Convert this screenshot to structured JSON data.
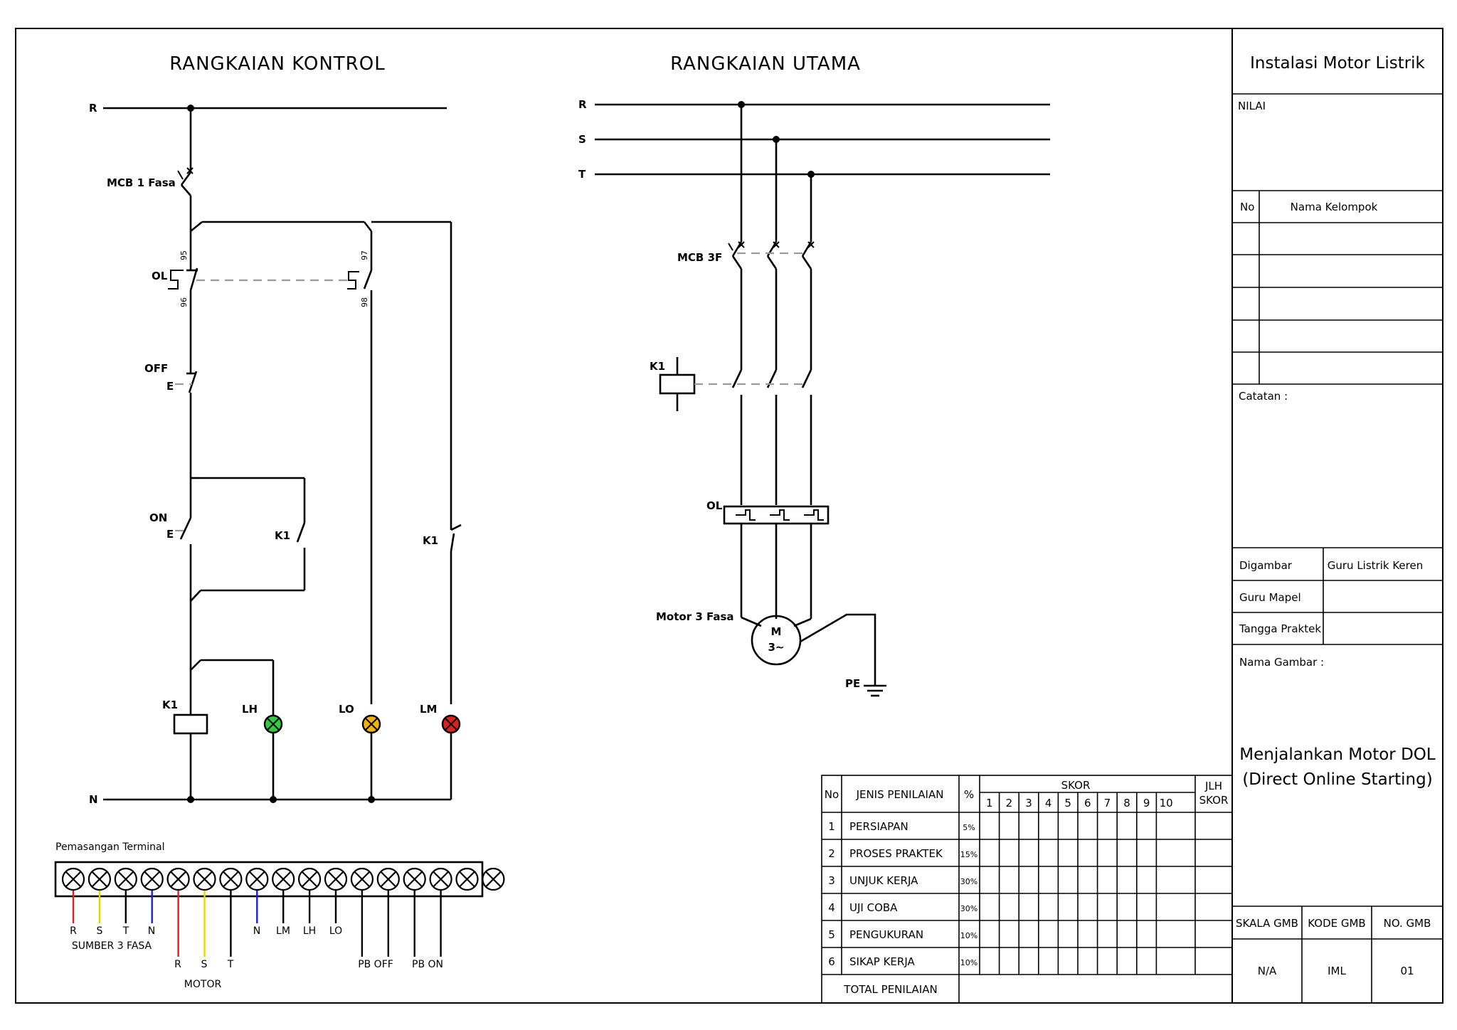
{
  "control": {
    "title": "RANGKAIAN KONTROL",
    "r": "R",
    "n": "N",
    "mcb": "MCB 1 Fasa",
    "ol": "OL",
    "t95": "95",
    "t96": "96",
    "t97": "97",
    "t98": "98",
    "off": "OFF",
    "on": "ON",
    "e_off": "E",
    "e_on": "E",
    "k1_hold": "K1",
    "k1_lamp": "K1",
    "k1_coil": "K1",
    "lh": "LH",
    "lo": "LO",
    "lm": "LM"
  },
  "main": {
    "title": "RANGKAIAN UTAMA",
    "r": "R",
    "s": "S",
    "t": "T",
    "mcb": "MCB 3F",
    "k1": "K1",
    "ol": "OL",
    "motor_label": "Motor 3 Fasa",
    "motor_m": "M",
    "motor_phase": "3~",
    "pe": "PE"
  },
  "lamp_colors": {
    "lh": "#2ecc40",
    "lo": "#f4b400",
    "lm": "#e02020"
  },
  "terminal": {
    "title": "Pemasangan Terminal",
    "count": 17,
    "wire_colors": {
      "r": "#e02020",
      "s": "#e8d800",
      "n": "#2020d0",
      "t": "#000000"
    },
    "labels": {
      "src_r": "R",
      "src_s": "S",
      "src_t": "T",
      "src_n": "N",
      "source": "SUMBER 3 FASA",
      "mot_r": "R",
      "mot_s": "S",
      "mot_t": "T",
      "motor": "MOTOR",
      "n": "N",
      "lm": "LM",
      "lh": "LH",
      "lo": "LO",
      "pb_off": "PB OFF",
      "pb_on": "PB ON"
    }
  },
  "assessment": {
    "h_no": "No",
    "h_jenis": "JENIS PENILAIAN",
    "h_pct": "%",
    "h_skor": "SKOR",
    "h_jlh1": "JLH",
    "h_jlh2": "SKOR",
    "scores": [
      "1",
      "2",
      "3",
      "4",
      "5",
      "6",
      "7",
      "8",
      "9",
      "10"
    ],
    "rows": [
      {
        "no": "1",
        "name": "PERSIAPAN",
        "pct": "5%"
      },
      {
        "no": "2",
        "name": "PROSES PRAKTEK",
        "pct": "15%"
      },
      {
        "no": "3",
        "name": "UNJUK KERJA",
        "pct": "30%"
      },
      {
        "no": "4",
        "name": "UJI COBA",
        "pct": "30%"
      },
      {
        "no": "5",
        "name": "PENGUKURAN",
        "pct": "10%"
      },
      {
        "no": "6",
        "name": "SIKAP KERJA",
        "pct": "10%"
      }
    ],
    "total": "TOTAL PENILAIAN"
  },
  "titleblock": {
    "title": "Instalasi Motor Listrik",
    "nilai": "NILAI",
    "no": "No",
    "nama_kelompok": "Nama Kelompok",
    "catatan": "Catatan :",
    "digambar": "Digambar",
    "digambar_value": "Guru Listrik Keren",
    "guru_mapel": "Guru Mapel",
    "tangga_praktek": "Tangga Praktek",
    "nama_gambar": "Nama Gambar :",
    "drawing_name_1": "Menjalankan Motor DOL",
    "drawing_name_2": "(Direct Online Starting)",
    "skala_label": "SKALA GMB",
    "kode_label": "KODE GMB",
    "no_label": "NO. GMB",
    "skala_value": "N/A",
    "kode_value": "IML",
    "no_value": "01"
  }
}
